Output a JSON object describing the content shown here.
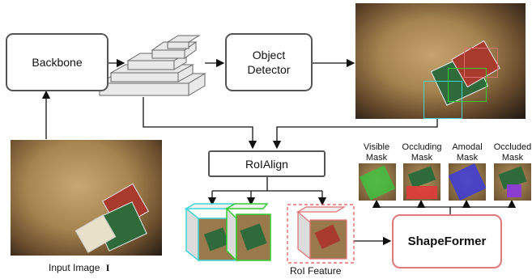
{
  "nodes": {
    "backbone": "Backbone",
    "detector_line1": "Object",
    "detector_line2": "Detector",
    "roialign": "RoIAlign",
    "shapeformer": "ShapeFormer"
  },
  "labels": {
    "input_image": "Input Image",
    "input_symbol": "I",
    "roi_feature": "RoI Feature"
  },
  "masks": [
    {
      "line1": "Visible",
      "line2": "Mask",
      "color": "#3fbf3f"
    },
    {
      "line1": "Occluding",
      "line2": "Mask",
      "color": "#e03b3b"
    },
    {
      "line1": "Amodal",
      "line2": "Mask",
      "color": "#3b3bd8"
    },
    {
      "line1": "Occluded",
      "line2": "Mask",
      "color": "#8a3bd8"
    }
  ],
  "colors": {
    "box_cyan": "#3fd6d6",
    "box_green": "#33cc33",
    "box_red": "#e07070",
    "shapeformer_border": "#e07a7a"
  }
}
